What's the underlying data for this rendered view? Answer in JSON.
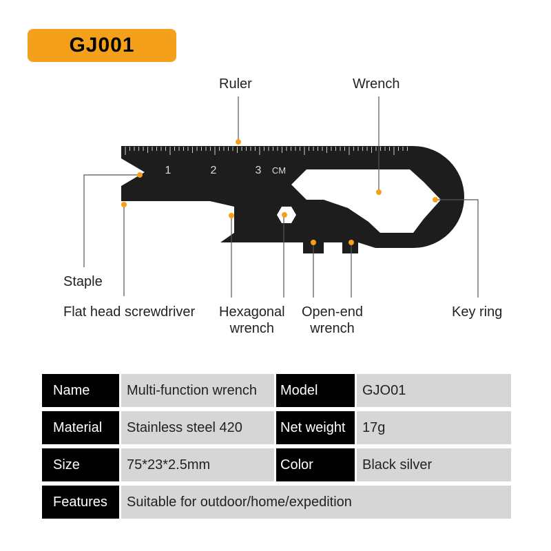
{
  "model_badge": "GJ001",
  "colors": {
    "accent": "#f5a01a",
    "tool": "#1d1d1d",
    "header_bg": "#000000",
    "value_bg": "#d6d6d6"
  },
  "diagram": {
    "ruler_marks": [
      "1",
      "2",
      "3"
    ],
    "ruler_unit": "CM",
    "labels": {
      "ruler": "Ruler",
      "wrench": "Wrench",
      "staple": "Staple",
      "flat_head": "Flat head screwdriver",
      "hexagonal": "Hexagonal\nwrench",
      "open_end": "Open-end\nwrench",
      "key_ring": "Key ring"
    }
  },
  "specs": {
    "name_label": "Name",
    "name_value": "Multi-function wrench",
    "model_label": "Model",
    "model_value": "GJO01",
    "material_label": "Material",
    "material_value": "Stainless steel 420",
    "weight_label": "Net weight",
    "weight_value": "17g",
    "size_label": "Size",
    "size_value": "75*23*2.5mm",
    "color_label": "Color",
    "color_value": "Black silver",
    "features_label": "Features",
    "features_value": "Suitable for outdoor/home/expedition"
  }
}
